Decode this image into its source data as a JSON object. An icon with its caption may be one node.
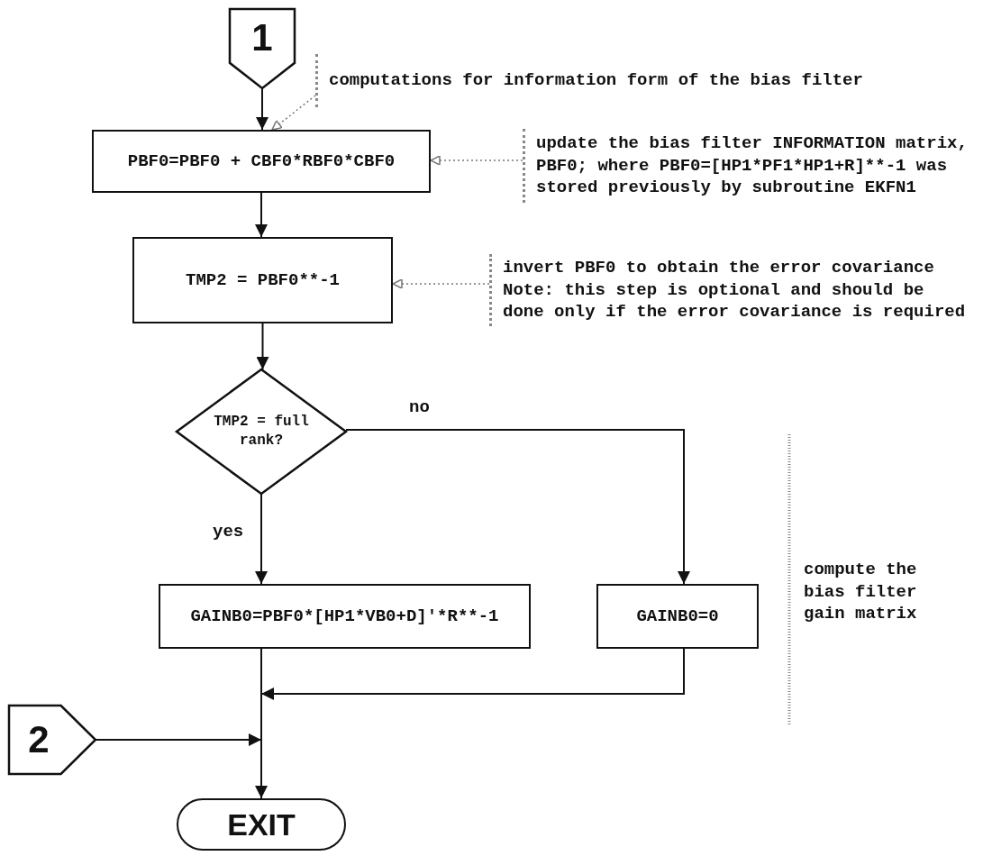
{
  "diagram": {
    "nodes": [
      {
        "text": [
          "1"
        ]
      },
      {
        "text": [
          "PBF0=PBF0 + CBF0*RBF0*CBF0"
        ]
      },
      {
        "text": [
          "TMP2 = PBF0**-1"
        ]
      },
      {
        "text": [
          "TMP2 = full rank?"
        ]
      },
      {
        "text": [
          "GAINB0=PBF0*[HP1*VB0+D]'*R**-1"
        ]
      },
      {
        "text": [
          "GAINB0=0"
        ]
      },
      {
        "text": [
          "2"
        ]
      },
      {
        "text": [
          "EXIT"
        ]
      },
      {
        "text": [
          "computations for information form of the bias filter"
        ]
      },
      {
        "text": [
          "update the bias filter INFORMATION matrix, PBF0; where PBF0=[HP1*PF1*HP1+R]**-1 was stored previously by subroutine EKFN1"
        ]
      },
      {
        "text": [
          "invert PBF0 to obtain the error covariance Note: this step is optional and should be done only if the error covariance is required"
        ]
      }
    ],
    "edges": [
      {
        "from": 0,
        "to": 1,
        "arrow": "to"
      },
      {
        "from": 1,
        "to": 2,
        "arrow": "to"
      },
      {
        "from": 2,
        "to": 3,
        "arrow": "to"
      },
      {
        "from": 3,
        "to": 4,
        "arrow": "to",
        "label": "yes"
      },
      {
        "from": 3,
        "to": 5,
        "arrow": "to",
        "label": "no"
      },
      {
        "from": 4,
        "to": 7,
        "arrow": "to"
      },
      {
        "from": 5,
        "to": 7,
        "arrow": "to"
      },
      {
        "from": 6,
        "to": 7,
        "arrow": "to"
      },
      {
        "from": 8,
        "to": 1,
        "arrow": "to",
        "style": "dashed",
        "color": "#777777"
      },
      {
        "from": 9,
        "to": 1,
        "arrow": "to",
        "style": "dashed",
        "color": "#777777"
      },
      {
        "from": 10,
        "to": 2,
        "arrow": "to",
        "style": "dashed",
        "color": "#777777"
      }
    ],
    "labels": [
      "compute the bias filter gain matrix"
    ]
  }
}
